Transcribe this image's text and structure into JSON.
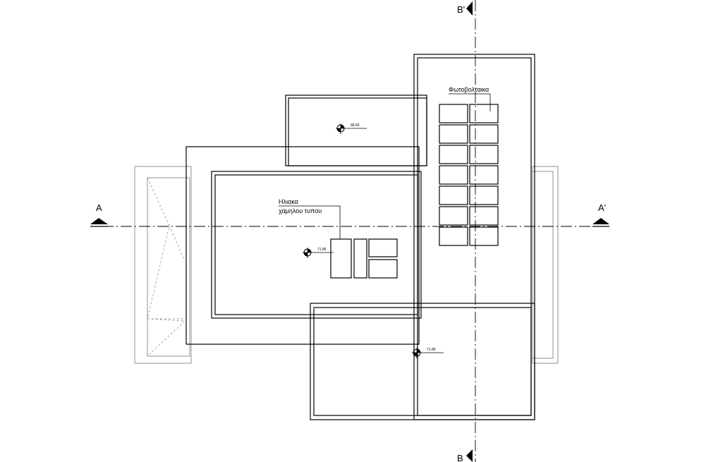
{
  "drawing": {
    "section_marks": {
      "a_left": "A",
      "a_right": "A'",
      "b_top": "B'",
      "b_bottom": "B"
    },
    "labels": {
      "pv_label": "Φωτοβολταικα",
      "solar_line1": "Ηλιακα",
      "solar_line2": "χαμηλου τυπου"
    },
    "levels": {
      "level_1": "68.50",
      "level_2": "71.85",
      "level_3": "71.85"
    }
  }
}
